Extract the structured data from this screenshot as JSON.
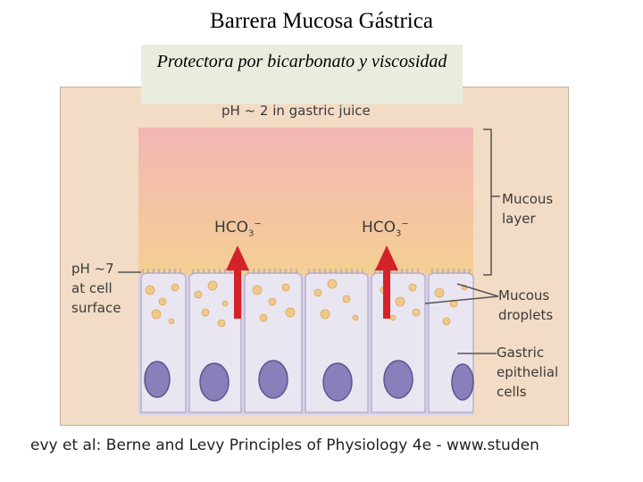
{
  "header": {
    "title": "Barrera Mucosa Gástrica",
    "subtitle": "Protectora por bicarbonato y viscosidad"
  },
  "diagram": {
    "gastric_juice_label": "pH  ~ 2 in gastric juice",
    "cell_surface_label": "pH  ~7\nat cell\nsurface",
    "hco3_base": "HCO",
    "hco3_sub": "3",
    "hco3_sup": "−",
    "mucous_layer_label": "Mucous\nlayer",
    "mucous_droplets_label": "Mucous\ndroplets",
    "epithelial_cells_label": "Gastric\nepithelial\ncells",
    "colors": {
      "mucus_top": "#f3b6b5",
      "mucus_bottom": "#f4cf93",
      "cell_fill": "#e9e6f2",
      "nucleus": "#8a7fbb",
      "droplet": "#f0c98a",
      "arrow": "#d3222a"
    }
  },
  "citation": "evy et al: Berne and Levy Principles of Physiology 4e - www.studen"
}
